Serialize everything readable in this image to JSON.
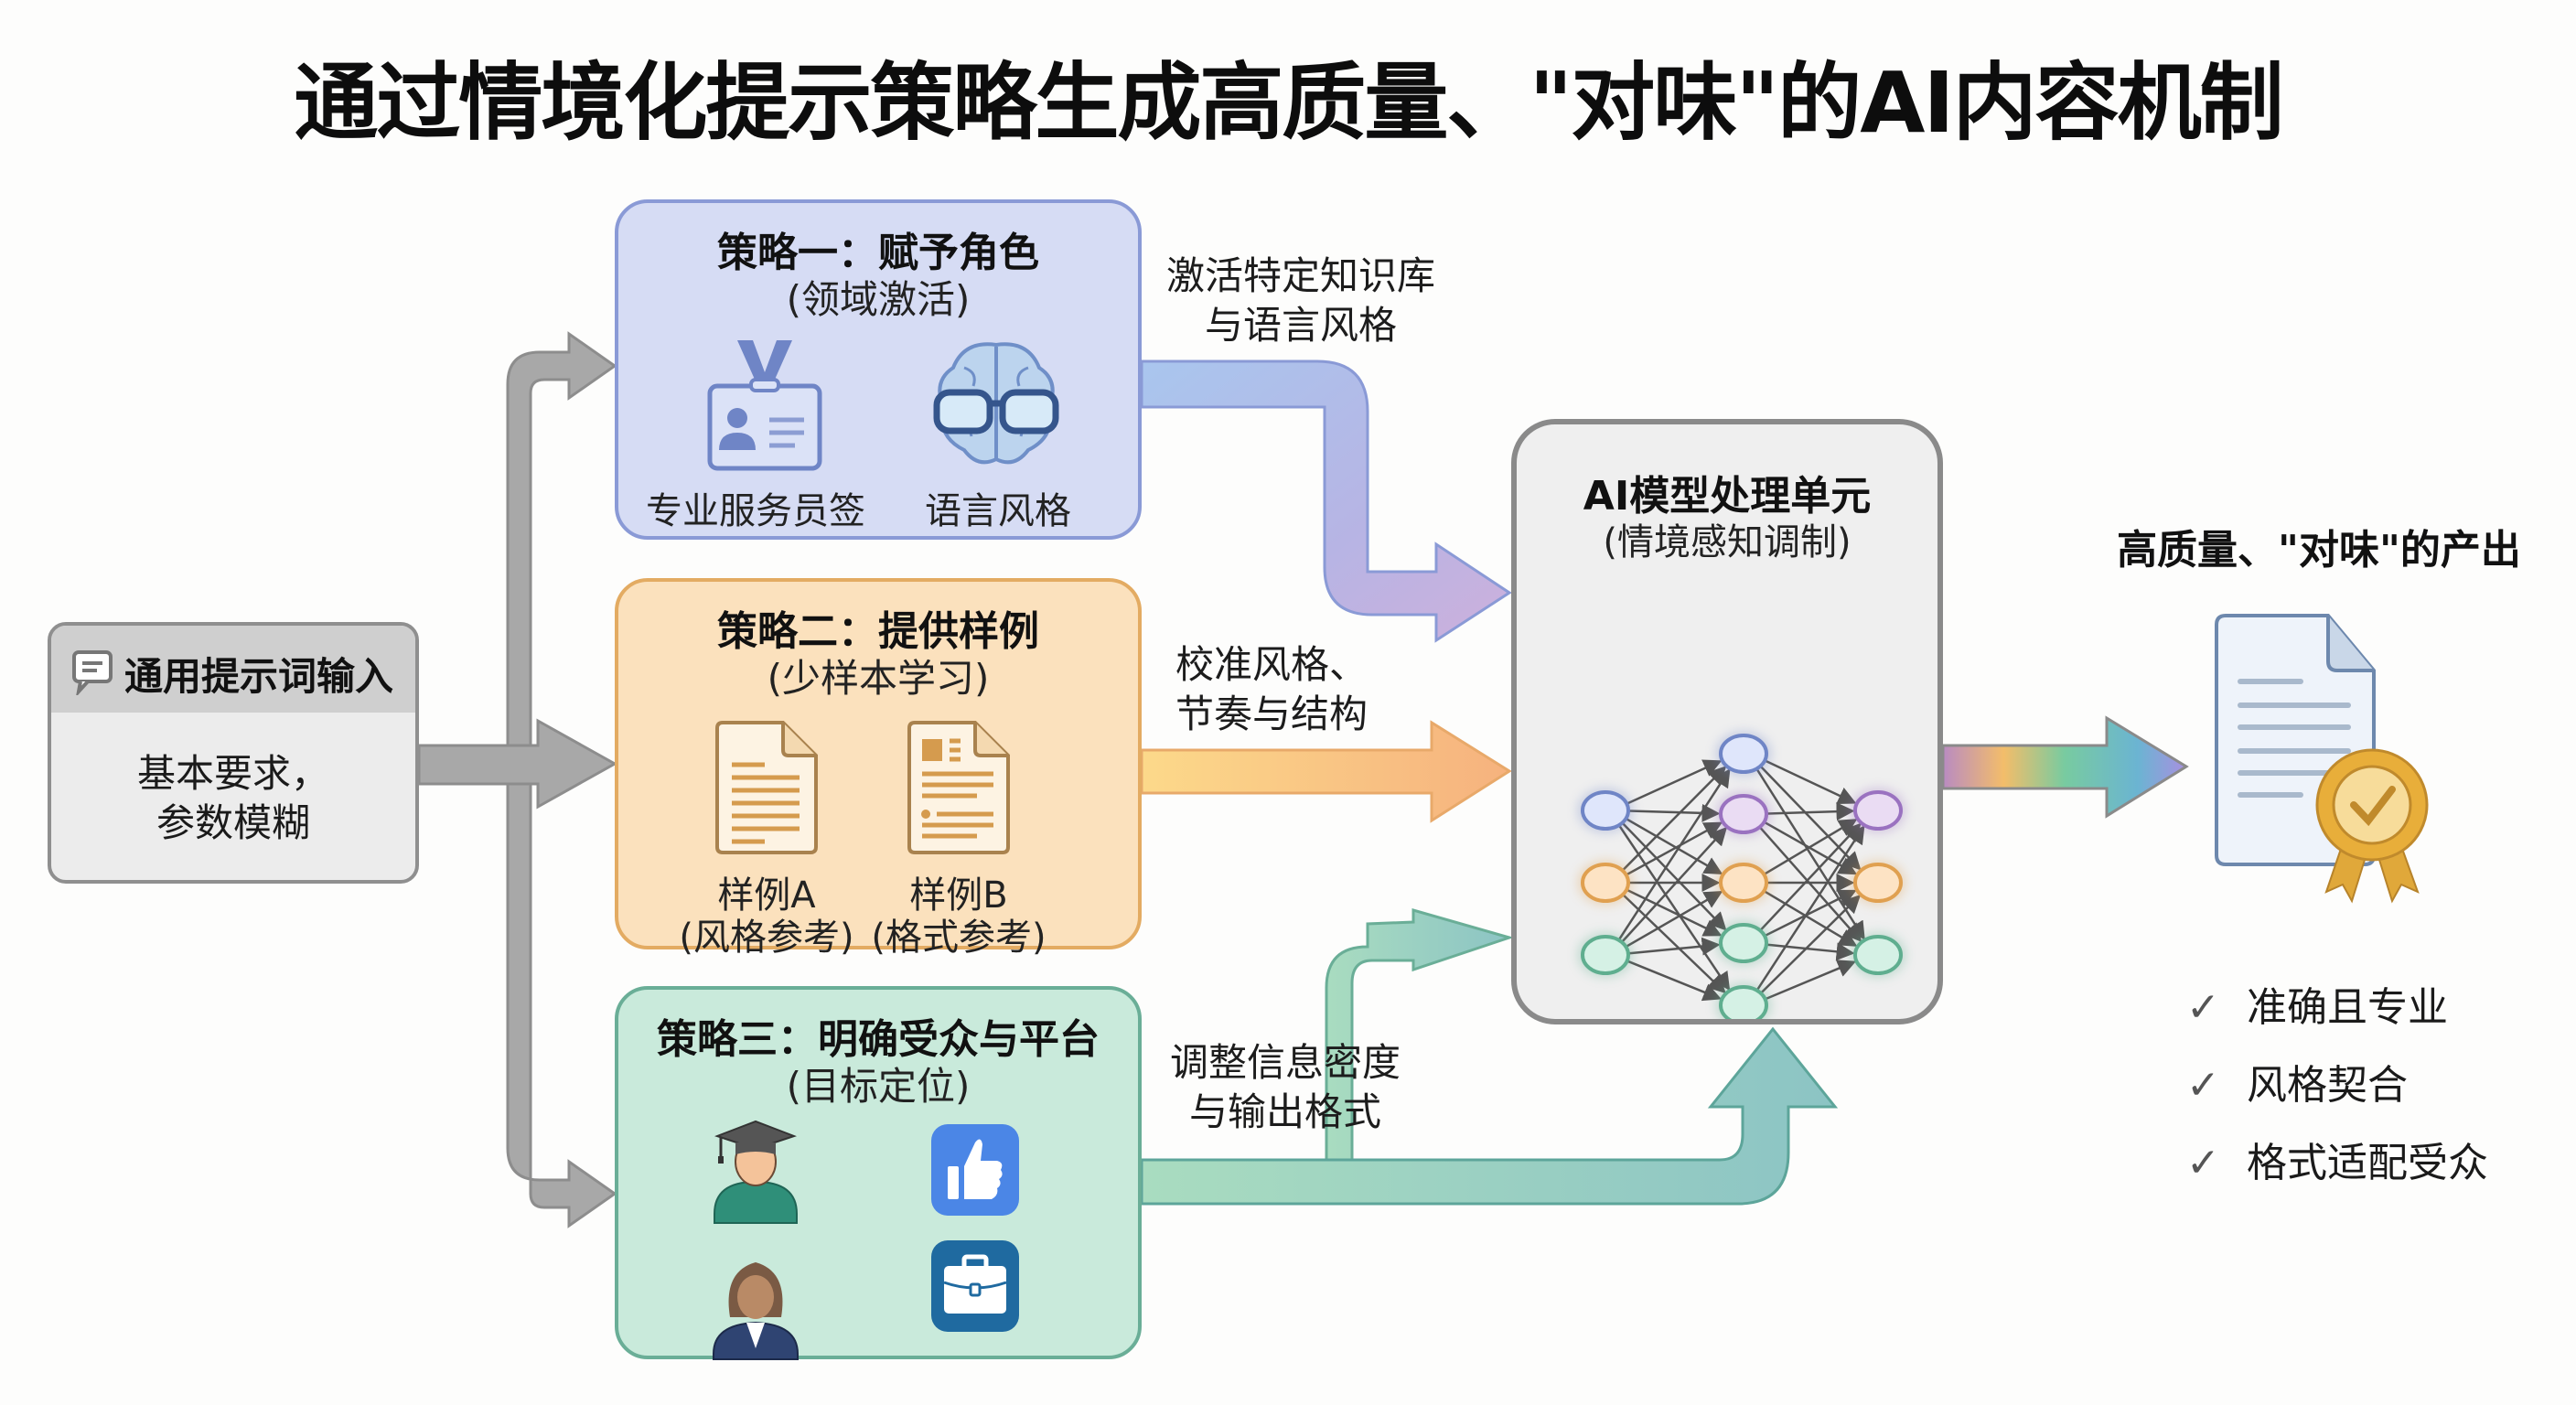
{
  "title": "通过情境化提示策略生成高质量、\"对味\"的AI内容机制",
  "input": {
    "icon": "chat-bubble-icon",
    "title": "通用提示词输入",
    "body_line1": "基本要求，",
    "body_line2": "参数模糊"
  },
  "strategies": [
    {
      "title": "策略一：赋予角色",
      "subtitle": "(领域激活)",
      "items": [
        {
          "icon": "id-badge-icon",
          "label": "专业服务员签"
        },
        {
          "icon": "brain-glasses-icon",
          "label": "语言风格"
        }
      ],
      "flow_label_line1": "激活特定知识库",
      "flow_label_line2": "与语言风格",
      "color": "#8a9ad6"
    },
    {
      "title": "策略二：提供样例",
      "subtitle": "(少样本学习)",
      "items": [
        {
          "icon": "document-text-icon",
          "label_line1": "样例A",
          "label_line2": "(风格参考)"
        },
        {
          "icon": "document-layout-icon",
          "label_line1": "样例B",
          "label_line2": "(格式参考)"
        }
      ],
      "flow_label_line1": "校准风格、",
      "flow_label_line2": "节奏与结构",
      "color": "#e3ab62"
    },
    {
      "title": "策略三：明确受众与平台",
      "subtitle": "(目标定位)",
      "items": [
        {
          "icon": "graduate-student-icon"
        },
        {
          "icon": "thumbs-up-app-icon"
        },
        {
          "icon": "professional-woman-icon"
        },
        {
          "icon": "briefcase-app-icon"
        }
      ],
      "flow_label_line1": "调整信息密度",
      "flow_label_line2": "与输出格式",
      "color": "#6aae97"
    }
  ],
  "ai_unit": {
    "title": "AI模型处理单元",
    "subtitle": "(情境感知调制)",
    "icon": "neural-network-icon"
  },
  "output": {
    "title": "高质量、\"对味\"的产出",
    "icon": "certified-document-icon",
    "checks": [
      "准确且专业",
      "风格契合",
      "格式适配受众"
    ]
  }
}
